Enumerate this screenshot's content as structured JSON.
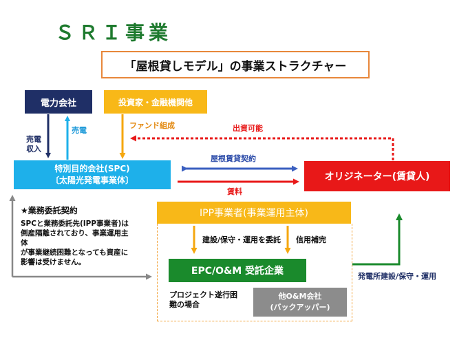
{
  "title": "ＳＲＩ事業",
  "subtitle": "「屋根貸しモデル」の事業ストラクチャー",
  "boxes": {
    "power_company": "電力会社",
    "investors": "投資家・金融機関他",
    "spc_line1": "特別目的会社(SPC)",
    "spc_line2": "〔太陽光発電事業体〕",
    "originator": "オリジネーター(賃貸人)",
    "ipp": "IPP事業者(事業運用主体)",
    "epc": "EPC/O&M 受託企業",
    "other_om_line1": "他O&M会社",
    "other_om_line2": "(バックアッパー)"
  },
  "labels": {
    "sale_revenue_line1": "売電",
    "sale_revenue_line2": "収入",
    "sale": "売電",
    "fund": "ファンド組成",
    "investment_possible": "出資可能",
    "roof_lease": "屋根賃貸契約",
    "rent": "賃料",
    "outsourcing": "建設/保守・運用を委託",
    "credit": "信用補完",
    "project_difficulty_line1": "プロジェクト遂行困",
    "project_difficulty_line2": "難の場合",
    "plant_ops": "発電所建設/保守・運用"
  },
  "notes": {
    "heading": "★業務委託契約",
    "lines": [
      "SPCと業務委託先(IPP事業者)は",
      "倒産隔離されており、事業運用主",
      "体",
      "が事業継続困難となっても資産に",
      "影響は受けません。"
    ]
  },
  "colors": {
    "title_green": "#1e7a2e",
    "navy": "#1f2f66",
    "sky_blue": "#1eb0ea",
    "orange": "#f8b818",
    "red": "#e81818",
    "green": "#1a8a2c",
    "gray": "#8c8c8c"
  }
}
